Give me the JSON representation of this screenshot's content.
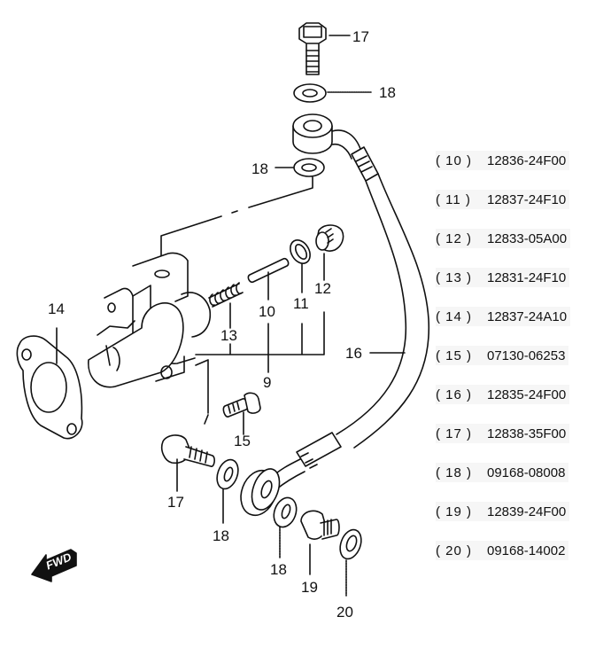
{
  "diagram": {
    "title": "Clutch Release Cylinder Assembly (exploded view)",
    "direction_badge": "FWD",
    "callouts": {
      "c17_top": "17",
      "c18_top": "18",
      "c18_mid": "18",
      "c12": "12",
      "c11": "11",
      "c10": "10",
      "c13": "13",
      "c9": "9",
      "c14": "14",
      "c16": "16",
      "c15": "15",
      "c17_bot": "17",
      "c18_bot1": "18",
      "c18_bot2": "18",
      "c19": "19",
      "c20": "20"
    },
    "components": [
      "bolt",
      "washer",
      "banjo-fitting",
      "washer",
      "release-cylinder-body",
      "gasket",
      "spring",
      "push-rod",
      "seal",
      "plug",
      "hose",
      "bolt",
      "washer",
      "banjo-fitting",
      "washer",
      "bleeder-plug",
      "washer"
    ]
  },
  "parts_list": [
    {
      "ref": "( 10 )",
      "part_no": "12836-24F00"
    },
    {
      "ref": "( 11 )",
      "part_no": "12837-24F10"
    },
    {
      "ref": "( 12 )",
      "part_no": "12833-05A00"
    },
    {
      "ref": "( 13 )",
      "part_no": "12831-24F10"
    },
    {
      "ref": "( 14 )",
      "part_no": "12837-24A10"
    },
    {
      "ref": "( 15 )",
      "part_no": "07130-06253"
    },
    {
      "ref": "( 16 )",
      "part_no": "12835-24F00"
    },
    {
      "ref": "( 17 )",
      "part_no": "12838-35F00"
    },
    {
      "ref": "( 18 )",
      "part_no": "09168-08008"
    },
    {
      "ref": "( 19 )",
      "part_no": "12839-24F00"
    },
    {
      "ref": "( 20 )",
      "part_no": "09168-14002"
    }
  ]
}
